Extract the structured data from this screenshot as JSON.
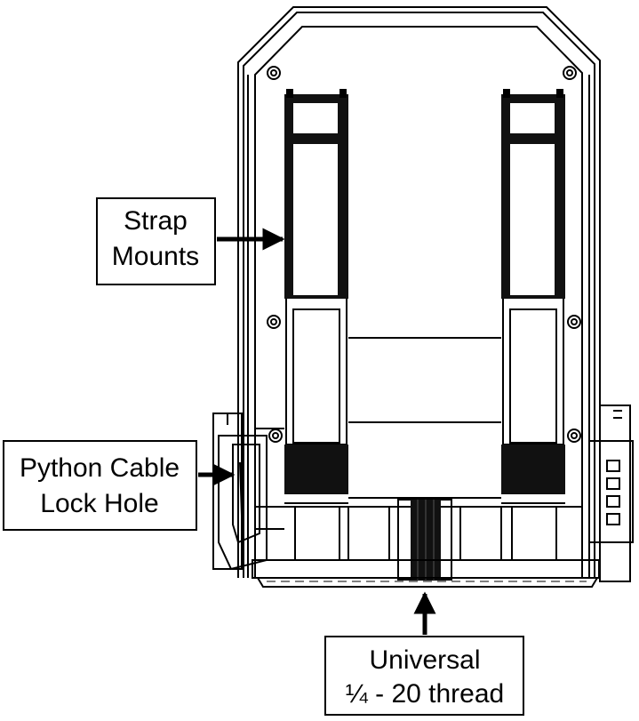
{
  "callouts": {
    "strap": {
      "line1": "Strap",
      "line2": "Mounts"
    },
    "cable": {
      "line1": "Python Cable",
      "line2": "Lock Hole"
    },
    "thread": {
      "line1": "Universal",
      "line2": "¼ - 20 thread"
    }
  },
  "colors": {
    "stroke": "#000000",
    "background": "#ffffff",
    "fill_dark": "#111111"
  }
}
